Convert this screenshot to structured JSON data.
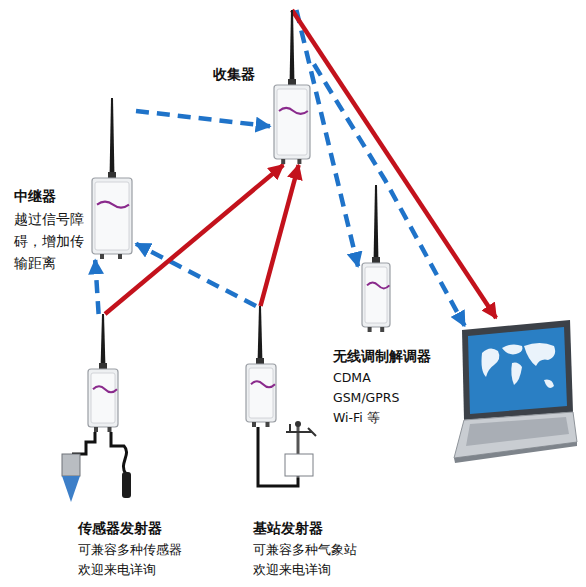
{
  "diagram": {
    "nodes": [
      {
        "text": [
          "收集器"
        ]
      },
      {
        "text": [
          "中继器",
          "越过信号障碍，增加传输距离"
        ]
      },
      {
        "text": [
          "无线调制解调器",
          "CDMA",
          "GSM/GPRS",
          "Wi-Fi 等"
        ]
      },
      {
        "text": []
      },
      {
        "text": [
          "传感器发射器",
          "可兼容多种传感器",
          "欢迎来电详询"
        ]
      },
      {
        "text": [
          "基站发射器",
          "可兼容多种气象站",
          "欢迎来电详询"
        ]
      }
    ],
    "edges": [
      {
        "from": 1,
        "to": 0,
        "arrow": "to"
      },
      {
        "from": 4,
        "to": 1,
        "arrow": "to"
      },
      {
        "from": 5,
        "to": 1,
        "arrow": "to"
      },
      {
        "from": 4,
        "to": 0,
        "arrow": "to"
      },
      {
        "from": 5,
        "to": 0,
        "arrow": "to"
      },
      {
        "from": 0,
        "to": 2,
        "arrow": "to"
      },
      {
        "from": 0,
        "to": 3,
        "arrow": "to"
      },
      {
        "from": 0,
        "to": 3,
        "arrow": "to"
      }
    ]
  }
}
